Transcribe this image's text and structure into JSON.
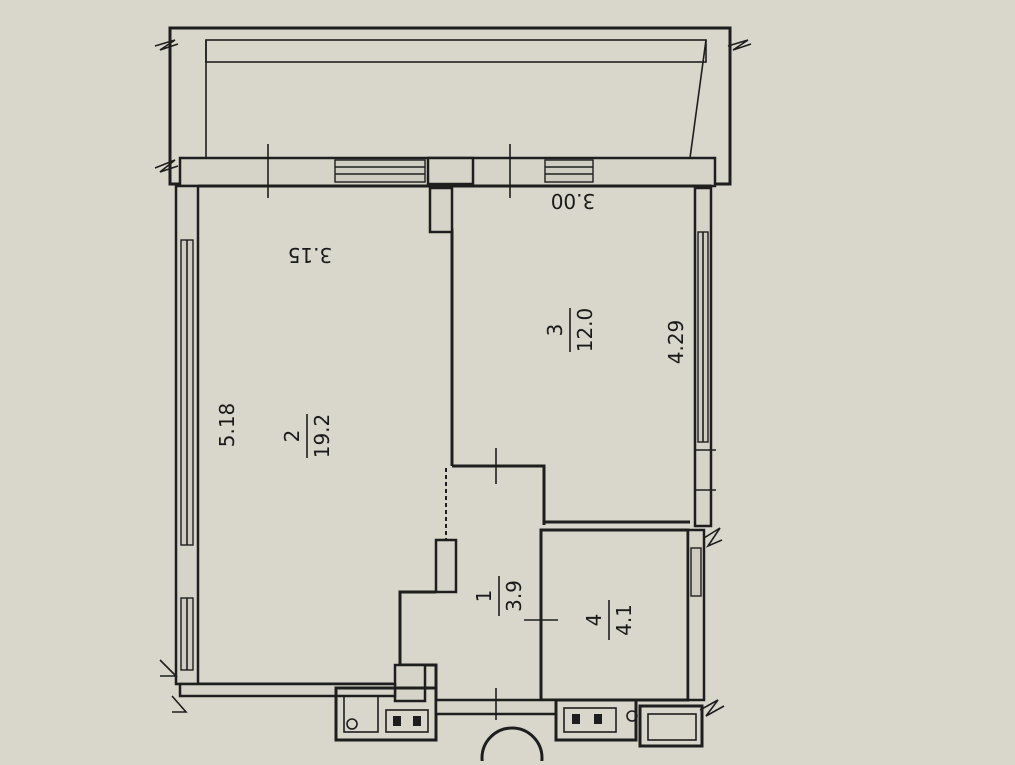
{
  "rooms": [
    {
      "number": "1",
      "area": "3.9"
    },
    {
      "number": "2",
      "area": "19.2"
    },
    {
      "number": "3",
      "area": "12.0"
    },
    {
      "number": "4",
      "area": "4.1"
    }
  ],
  "dimensions": {
    "room2_length": "5.18",
    "room2_width": "3.15",
    "room3_length": "4.29",
    "room3_width": "3.00"
  },
  "colors": {
    "paper": "#d9d7cc",
    "ink": "#1e1e1e"
  }
}
